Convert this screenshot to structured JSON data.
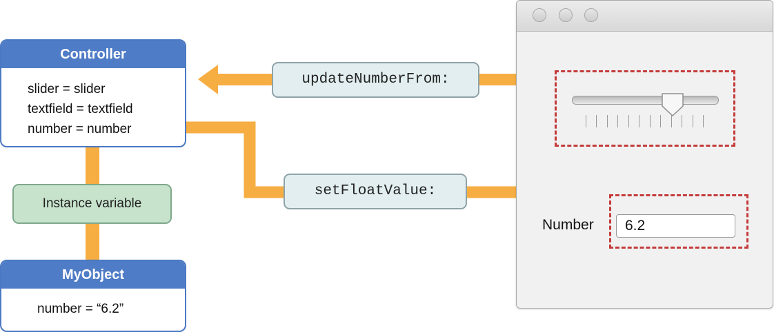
{
  "controller": {
    "title": "Controller",
    "lines": [
      "slider = slider",
      "textfield = textfield",
      "number = number"
    ]
  },
  "instance_variable": {
    "label": "Instance variable"
  },
  "myobject": {
    "title": "MyObject",
    "line": "number = “6.2”"
  },
  "messages": {
    "update": "updateNumberFrom:",
    "set": "setFloatValue:"
  },
  "window": {
    "number_label": "Number",
    "textfield_value": "6.2",
    "slider_value": 0.7,
    "tick_count": 12
  },
  "colors": {
    "header_blue": "#4f7cc6",
    "arrow_orange": "#f6ad42",
    "dashed_red": "#c43a3a",
    "pill_fill": "#e2eef0",
    "ivar_fill": "#c7e3cc"
  }
}
